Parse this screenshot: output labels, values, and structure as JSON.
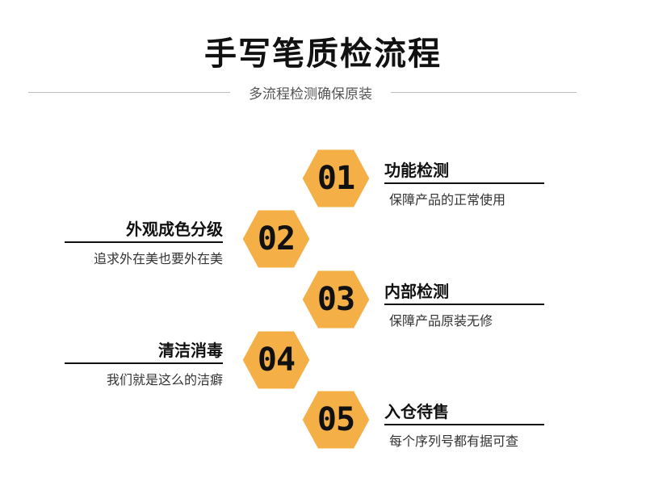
{
  "header": {
    "title": "手写笔质检流程",
    "subtitle": "多流程检测确保原装"
  },
  "colors": {
    "hex_fill": "#F4B046",
    "hex_border": "#ffffff",
    "text": "#111111",
    "divider": "#bdbdbd"
  },
  "steps": [
    {
      "number": "01",
      "title": "功能检测",
      "desc": "保障产品的正常使用"
    },
    {
      "number": "02",
      "title": "外观成色分级",
      "desc": "追求外在美也要外在美"
    },
    {
      "number": "03",
      "title": "内部检测",
      "desc": "保障产品原装无修"
    },
    {
      "number": "04",
      "title": "清洁消毒",
      "desc": "我们就是这么的洁癖"
    },
    {
      "number": "05",
      "title": "入仓待售",
      "desc": "每个序列号都有据可查"
    }
  ]
}
